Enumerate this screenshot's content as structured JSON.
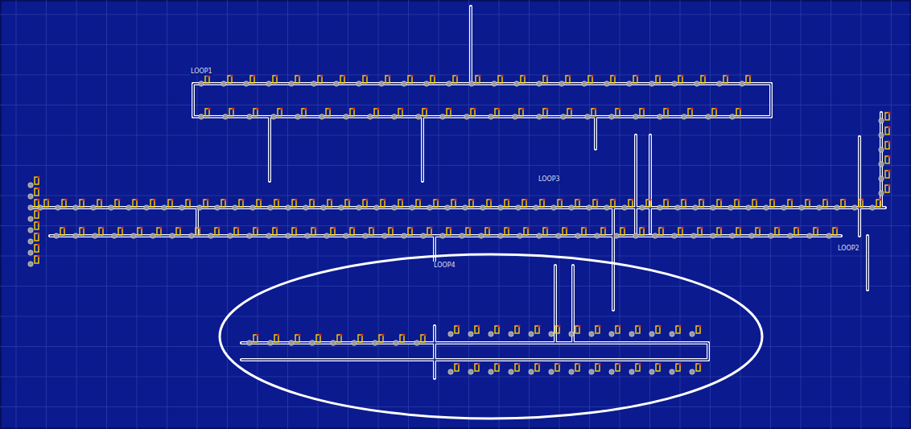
{
  "diagram": {
    "labels": [
      "LOOP1",
      "LOOP3",
      "LOOP2",
      "LOOP4"
    ]
  }
}
